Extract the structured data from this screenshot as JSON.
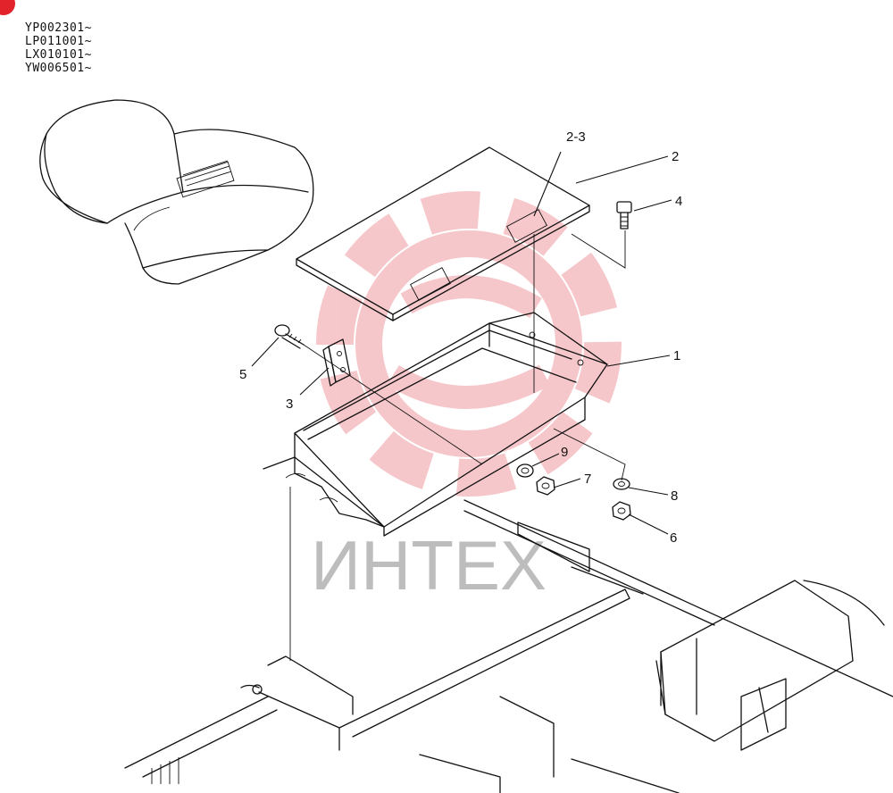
{
  "serial_numbers": [
    "YP002301~",
    "LP011001~",
    "LX010101~",
    "YW006501~"
  ],
  "watermark": {
    "text": "ИНТЕХ",
    "color": "#f2b8bc",
    "text_color": "#bdbdbd"
  },
  "badge_color": "#e2232b",
  "callouts": {
    "c1": "1",
    "c2": "2",
    "c23": "2-3",
    "c3": "3",
    "c4": "4",
    "c5": "5",
    "c6": "6",
    "c7": "7",
    "c8": "8",
    "c9": "9"
  }
}
